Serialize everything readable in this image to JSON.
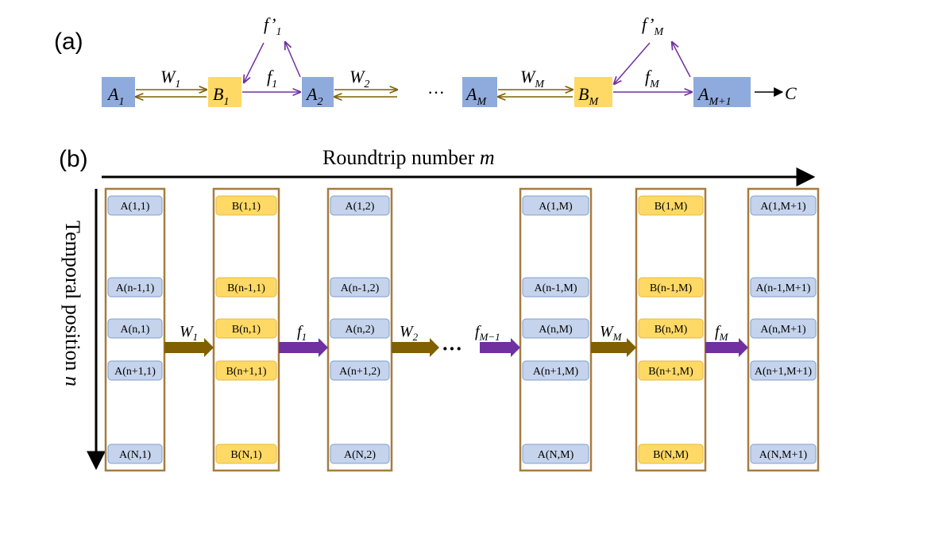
{
  "panel_a": {
    "label": "(a)",
    "nodes": {
      "a1": {
        "base": "A",
        "sub": "1"
      },
      "b1": {
        "base": "B",
        "sub": "1"
      },
      "a2": {
        "base": "A",
        "sub": "2"
      },
      "am": {
        "base": "A",
        "sub": "M"
      },
      "bm": {
        "base": "B",
        "sub": "M"
      },
      "am1": {
        "base": "A",
        "sub": "M+1"
      }
    },
    "terminal": "C",
    "ellipsis": "···",
    "edges": {
      "w1": {
        "base": "W",
        "sub": "1"
      },
      "f1": {
        "base": "f",
        "sub": "1"
      },
      "fp1": {
        "base": "f’",
        "sub": "1"
      },
      "w2": {
        "base": "W",
        "sub": "2"
      },
      "wm": {
        "base": "W",
        "sub": "M"
      },
      "fm": {
        "base": "f",
        "sub": "M"
      },
      "fpm": {
        "base": "f’",
        "sub": "M"
      }
    }
  },
  "panel_b": {
    "label": "(b)",
    "x_axis_label": "Roundtrip number",
    "x_axis_var": "m",
    "y_axis_label": "Temporal position",
    "y_axis_var": "n",
    "columns": [
      {
        "type": "A",
        "cells": [
          "A(1,1)",
          "A(n-1,1)",
          "A(n,1)",
          "A(n+1,1)",
          "A(N,1)"
        ]
      },
      {
        "type": "B",
        "cells": [
          "B(1,1)",
          "B(n-1,1)",
          "B(n,1)",
          "B(n+1,1)",
          "B(N,1)"
        ]
      },
      {
        "type": "A",
        "cells": [
          "A(1,2)",
          "A(n-1,2)",
          "A(n,2)",
          "A(n+1,2)",
          "A(N,2)"
        ]
      },
      {
        "type": "A",
        "cells": [
          "A(1,M)",
          "A(n-1,M)",
          "A(n,M)",
          "A(n+1,M)",
          "A(N,M)"
        ]
      },
      {
        "type": "B",
        "cells": [
          "B(1,M)",
          "B(n-1,M)",
          "B(n,M)",
          "B(n+1,M)",
          "B(N,M)"
        ]
      },
      {
        "type": "A",
        "cells": [
          "A(1,M+1)",
          "A(n-1,M+1)",
          "A(n,M+1)",
          "A(n+1,M+1)",
          "A(N,M+1)"
        ]
      }
    ],
    "arrows": [
      {
        "kind": "W",
        "base": "W",
        "sub": "1"
      },
      {
        "kind": "f",
        "base": "f",
        "sub": "1"
      },
      {
        "kind": "W",
        "base": "W",
        "sub": "2"
      },
      {
        "kind": "f",
        "base": "f",
        "sub": "M−1"
      },
      {
        "kind": "W",
        "base": "W",
        "sub": "M"
      },
      {
        "kind": "f",
        "base": "f",
        "sub": "M"
      }
    ],
    "ellipsis": "···"
  },
  "colors": {
    "a_fill": "#8faadc",
    "a_cell": "#c5d3ec",
    "a_cell_border": "#7f9fd0",
    "b_fill": "#ffd966",
    "b_cell": "#ffd966",
    "b_cell_border": "#e6b93c",
    "column_border": "#a67c3f",
    "w_arrow": "#7f6000",
    "w_arrow_dark": "#806000",
    "f_arrow": "#7030a0"
  }
}
